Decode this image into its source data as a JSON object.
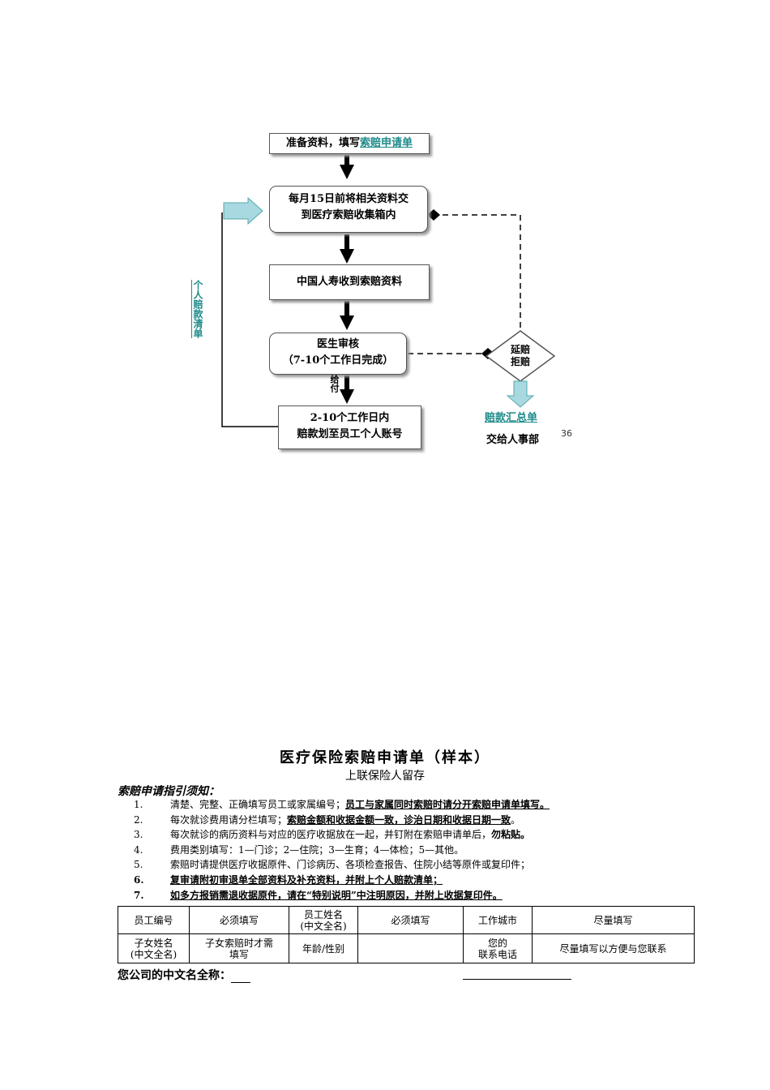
{
  "flowchart": {
    "step1_prefix": "准备资料，填写",
    "step1_link": "索赔申请单",
    "step2_line1": "每月15日前将相关资料交",
    "step2_line2": "到医疗索赔收集箱内",
    "step3": "中国人寿收到索赔资料",
    "step4_line1": "医生审核",
    "step4_line2": "（7-10个工作日完成）",
    "step5_line1": "2-10个工作日内",
    "step5_line2": "赔款划至员工个人账号",
    "pay_label": "给付",
    "decision_line1": "延赔",
    "decision_line2": "拒赔",
    "summary_link": "赔款汇总单",
    "to_hr": "交给人事部",
    "page_num": "36",
    "side_label": "个人赔款清单"
  },
  "form": {
    "title": "医疗保险索赔申请单（样本）",
    "subtitle": "上联保险人留存",
    "guide_title": "索赔申请指引须知：",
    "items": [
      {
        "num": "1.",
        "plain": "清楚、完整、正确填写员工或家属编号；",
        "emph": "员工与家属同时索赔时请分开索赔申请单填写。",
        "tail": ""
      },
      {
        "num": "2.",
        "plain": "每次就诊费用请分栏填写；",
        "emph": "索赔金额和收据金额一致，诊治日期和收据日期一致",
        "tail": "。"
      },
      {
        "num": "3.",
        "plain": "每次就诊的病历资料与对应的医疗收据放在一起，并钉附在索赔申请单后，",
        "emph": "勿粘贴。",
        "tail": ""
      },
      {
        "num": "4.",
        "plain": "费用类别填写：1—门诊；2—住院；3—生育；4—体检；5—其他。",
        "emph": "",
        "tail": ""
      },
      {
        "num": "5.",
        "plain": "索赔时请提供医疗收据原件、门诊病历、各项检查报告、住院小结等原件或复印件；",
        "emph": "",
        "tail": ""
      },
      {
        "num": "6.",
        "plain": "",
        "emph": "复审请附初审退单全部资料及补充资料，并附上个人赔款清单；",
        "tail": ""
      },
      {
        "num": "7.",
        "plain": "",
        "emph": "如多方报销需退收据原件，请在“特别说明”中注明原因，并附上收据复印件。",
        "tail": ""
      }
    ],
    "table": {
      "row1": [
        "员工编号",
        "必须填写",
        "员工姓名\n(中文全名)",
        "必须填写",
        "工作城市",
        "尽量填写"
      ],
      "row2": [
        "子女姓名\n(中文全名)",
        "子女索赔时才需\n填写",
        "年龄/性别",
        "",
        "您的\n联系电话",
        "尽量填写以方便与您联系"
      ]
    },
    "company_label": "您公司的中文名全称："
  }
}
